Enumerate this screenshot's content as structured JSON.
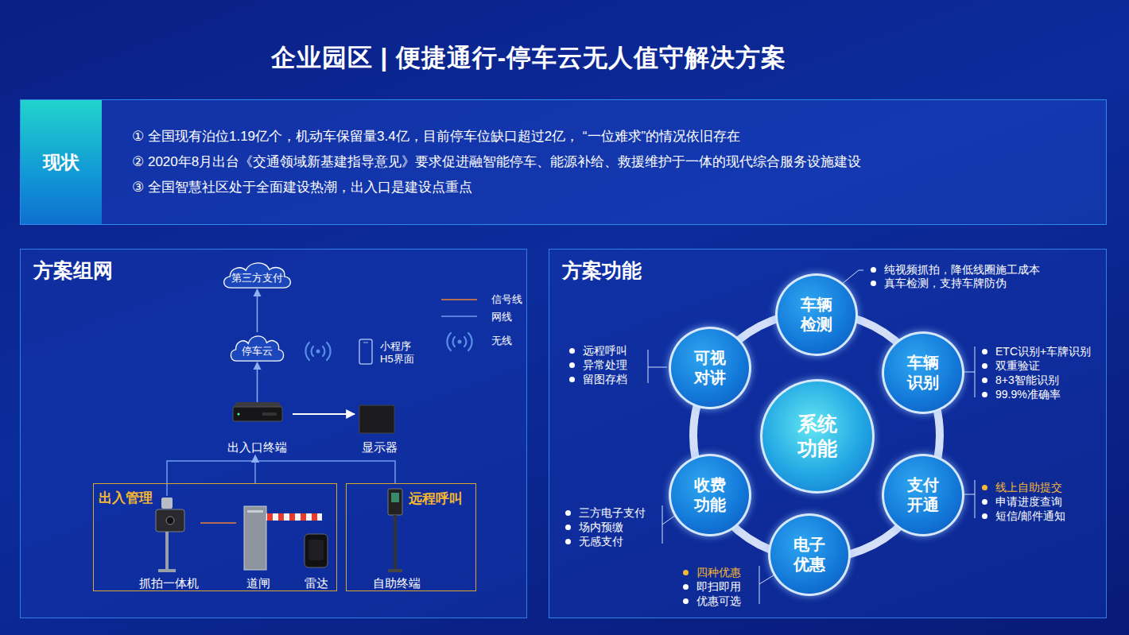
{
  "diagram": {
    "title": "企业园区 | 便捷通行-停车云无人值守解决方案",
    "nodes": [
      {
        "text": [
          "现状",
          "① 全国现有泊位1.19亿个，机动车保留量3.4亿，目前停车位缺口超过2亿， “一位难求”的情况依旧存在",
          "② 2020年8月出台《交通领域新基建指导意见》要求促进融智能停车、能源补给、救援维护于一体的现代综合服务设施建设",
          "③ 全国智慧社区处于全面建设热潮，出入口是建设点重点"
        ]
      },
      {
        "text": [
          "方案组网"
        ]
      },
      {
        "text": [
          "第三方支付"
        ],
        "in": 1
      },
      {
        "text": [
          "停车云"
        ],
        "in": 1
      },
      {
        "text": [
          "出入口终端"
        ],
        "in": 1
      },
      {
        "text": [
          "显示器"
        ],
        "in": 1
      },
      {
        "text": [
          "出入管理"
        ],
        "in": 1
      },
      {
        "text": [
          "抓拍一体机"
        ],
        "in": 6
      },
      {
        "text": [
          "道闸"
        ],
        "in": 6
      },
      {
        "text": [
          "雷达"
        ],
        "in": 6
      },
      {
        "text": [
          "远程呼叫"
        ],
        "in": 1
      },
      {
        "text": [
          "自助终端"
        ],
        "in": 10
      },
      {
        "text": [
          "方案功能"
        ]
      },
      {
        "text": [
          "系统功能"
        ],
        "in": 12
      },
      {
        "text": [
          "车辆检测"
        ],
        "in": 12
      },
      {
        "text": [
          "车辆识别"
        ],
        "in": 12
      },
      {
        "text": [
          "支付开通"
        ],
        "in": 12
      },
      {
        "text": [
          "电子优惠"
        ],
        "in": 12
      },
      {
        "text": [
          "收费功能"
        ],
        "in": 12
      },
      {
        "text": [
          "可视对讲"
        ],
        "in": 12
      }
    ],
    "edges": [
      {
        "from": 3,
        "to": 2,
        "arrow": "to"
      },
      {
        "from": 4,
        "to": 3,
        "arrow": "to"
      },
      {
        "from": 4,
        "to": 5,
        "arrow": "to"
      },
      {
        "from": 6,
        "to": 4,
        "arrow": "to"
      },
      {
        "from": 10,
        "to": 4,
        "arrow": "to"
      },
      {
        "from": 7,
        "to": 8,
        "arrow": "none"
      }
    ],
    "labels": [
      "小程序 H5界面",
      "纯视频抓拍，降低线圈施工成本",
      "真车检测，支持车牌防伪",
      "远程呼叫",
      "异常处理",
      "留图存档",
      "ETC识别+车牌识别",
      "双重验证",
      "8+3智能识别",
      "99.9%准确率",
      "线上自助提交",
      "申请进度查询",
      "短信/邮件通知",
      "三方电子支付",
      "场内预缴",
      "无感支付",
      "四种优惠",
      "即扫即用",
      "优惠可选"
    ],
    "legend": [
      {
        "text": "信号线"
      },
      {
        "text": "网线"
      },
      {
        "text": "无线"
      }
    ]
  }
}
